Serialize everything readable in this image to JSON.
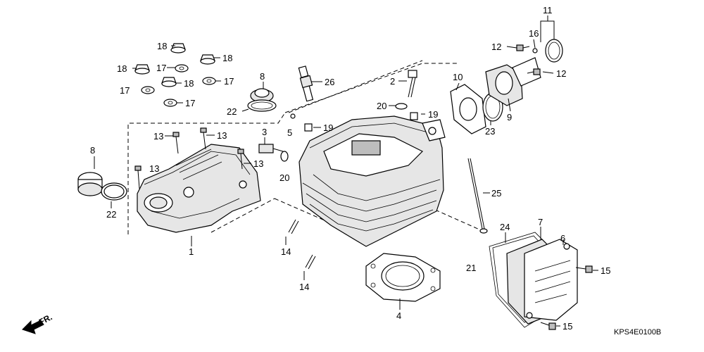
{
  "diagram": {
    "code": "KPS4E0100B",
    "direction_label": "FR.",
    "labels": {
      "l1": "1",
      "l2": "2",
      "l3": "3",
      "l4": "4",
      "l5": "5",
      "l6": "6",
      "l7": "7",
      "l8a": "8",
      "l8b": "8",
      "l9": "9",
      "l10": "10",
      "l11": "11",
      "l12a": "12",
      "l12b": "12",
      "l13a": "13",
      "l13b": "13",
      "l13c": "13",
      "l13d": "13",
      "l14a": "14",
      "l14b": "14",
      "l15a": "15",
      "l15b": "15",
      "l16": "16",
      "l17a": "17",
      "l17b": "17",
      "l17c": "17",
      "l17d": "17",
      "l18a": "18",
      "l18b": "18",
      "l18c": "18",
      "l18d": "18",
      "l19a": "19",
      "l19b": "19",
      "l20a": "20",
      "l20b": "20",
      "l21": "21",
      "l22a": "22",
      "l22b": "22",
      "l23": "23",
      "l24": "24",
      "l25": "25",
      "l26": "26"
    }
  }
}
